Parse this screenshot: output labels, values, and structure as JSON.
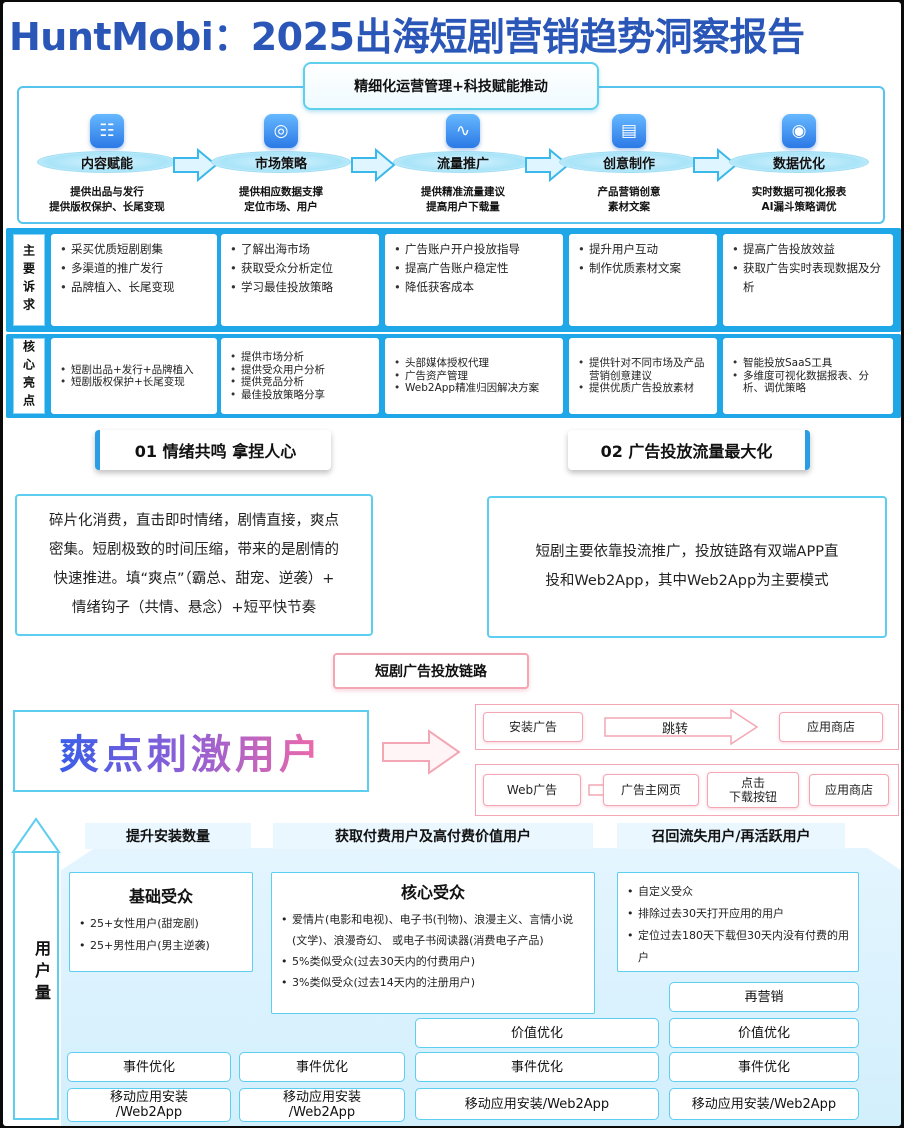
{
  "title": "HuntMobi：2025出海短剧营销趋势洞察报告",
  "banner": "精细化运营管理+科技赋能推动",
  "steps": [
    {
      "icon": "list-settings-icon",
      "title": "内容赋能",
      "desc1": "提供出品与发行",
      "desc2": "提供版权保护、长尾变现"
    },
    {
      "icon": "target-icon",
      "title": "市场策略",
      "desc1": "提供相应数据支撑",
      "desc2": "定位市场、用户"
    },
    {
      "icon": "line-chart-icon",
      "title": "流量推广",
      "desc1": "提供精准流量建议",
      "desc2": "提高用户下载量"
    },
    {
      "icon": "document-icon",
      "title": "创意制作",
      "desc1": "产品营销创意",
      "desc2": "素材文案"
    },
    {
      "icon": "radar-icon",
      "title": "数据优化",
      "desc1": "实时数据可视化报表",
      "desc2": "AI漏斗策略调优"
    }
  ],
  "row1": {
    "label": "主要诉求",
    "cells": [
      [
        "采买优质短剧剧集",
        "多渠道的推广发行",
        "品牌植入、长尾变现"
      ],
      [
        "了解出海市场",
        "获取受众分析定位",
        "学习最佳投放策略"
      ],
      [
        "广告账户开户投放指导",
        "提高广告账户稳定性",
        "降低获客成本"
      ],
      [
        "提升用户互动",
        "制作优质素材文案"
      ],
      [
        "提高广告投放效益",
        "获取广告实时表现数据及分析"
      ]
    ]
  },
  "row2": {
    "label": "核心亮点",
    "cells": [
      [
        "短剧出品+发行+品牌植入",
        "短剧版权保护+长尾变现"
      ],
      [
        "提供市场分析",
        "提供受众用户分析",
        "提供竞品分析",
        "最佳投放策略分享"
      ],
      [
        "头部媒体授权代理",
        "广告资产管理",
        "Web2App精准归因解决方案"
      ],
      [
        "提供针对不同市场及产品营销创意建议",
        "提供优质广告投放素材"
      ],
      [
        "智能投放SaaS工具",
        "多维度可视化数据报表、分析、调优策略"
      ]
    ]
  },
  "section1": {
    "tab": "01 情绪共鸣 拿捏人心",
    "lines": [
      "碎片化消费，直击即时情绪，剧情直接，爽点",
      "密集。短剧极致的时间压缩，带来的是剧情的",
      "快速推进。填“爽点”（霸总、甜宠、逆袭）+",
      "情绪钩子（共情、悬念）+短平快节奏"
    ]
  },
  "section2": {
    "tab": "02 广告投放流量最大化",
    "lines": [
      "短剧主要依靠投流推广，投放链路有双端APP直",
      "投和Web2App，其中Web2App为主要模式"
    ]
  },
  "chain": {
    "banner": "短剧广告投放链路",
    "big_text": "爽点刺激用户",
    "row1": [
      "安装广告",
      "跳转",
      "应用商店"
    ],
    "row2": [
      "Web广告",
      "广告主网页",
      "点击\n下载按钮",
      "应用商店"
    ]
  },
  "bottom": {
    "side_label": "用户量",
    "bars": [
      "提升安装数量",
      "获取付费用户及高付费价值用户",
      "召回流失用户/再活跃用户"
    ],
    "basic": {
      "title": "基础受众",
      "items": [
        "25+女性用户(甜宠剧)",
        "25+男性用户(男主逆袭)"
      ]
    },
    "core": {
      "title": "核心受众",
      "items": [
        "爱情片(电影和电视)、电子书(刊物)、浪漫主义、言情小说(文学)、浪漫奇幻、 或电子书阅读器(消费电子产品)",
        "5%类似受众(过去30天内的付费用户)",
        "3%类似受众(过去14天内的注册用户)"
      ]
    },
    "custom": {
      "items": [
        "自定义受众",
        "排除过去30天打开应用的用户",
        "定位过去180天下载但30天内没有付费的用户"
      ]
    },
    "remarketing": "再营销",
    "value_opt": "价值优化",
    "event_opt": "事件优化",
    "install": "移动应用安装/Web2App",
    "install_wrapped": "移动应用安装\n/Web2App"
  },
  "colors": {
    "title_blue": "#2a56b8",
    "band_blue": "#1fa7e8",
    "pink_border": "#f3a7b4",
    "frame_cyan": "#5dcdf0"
  }
}
